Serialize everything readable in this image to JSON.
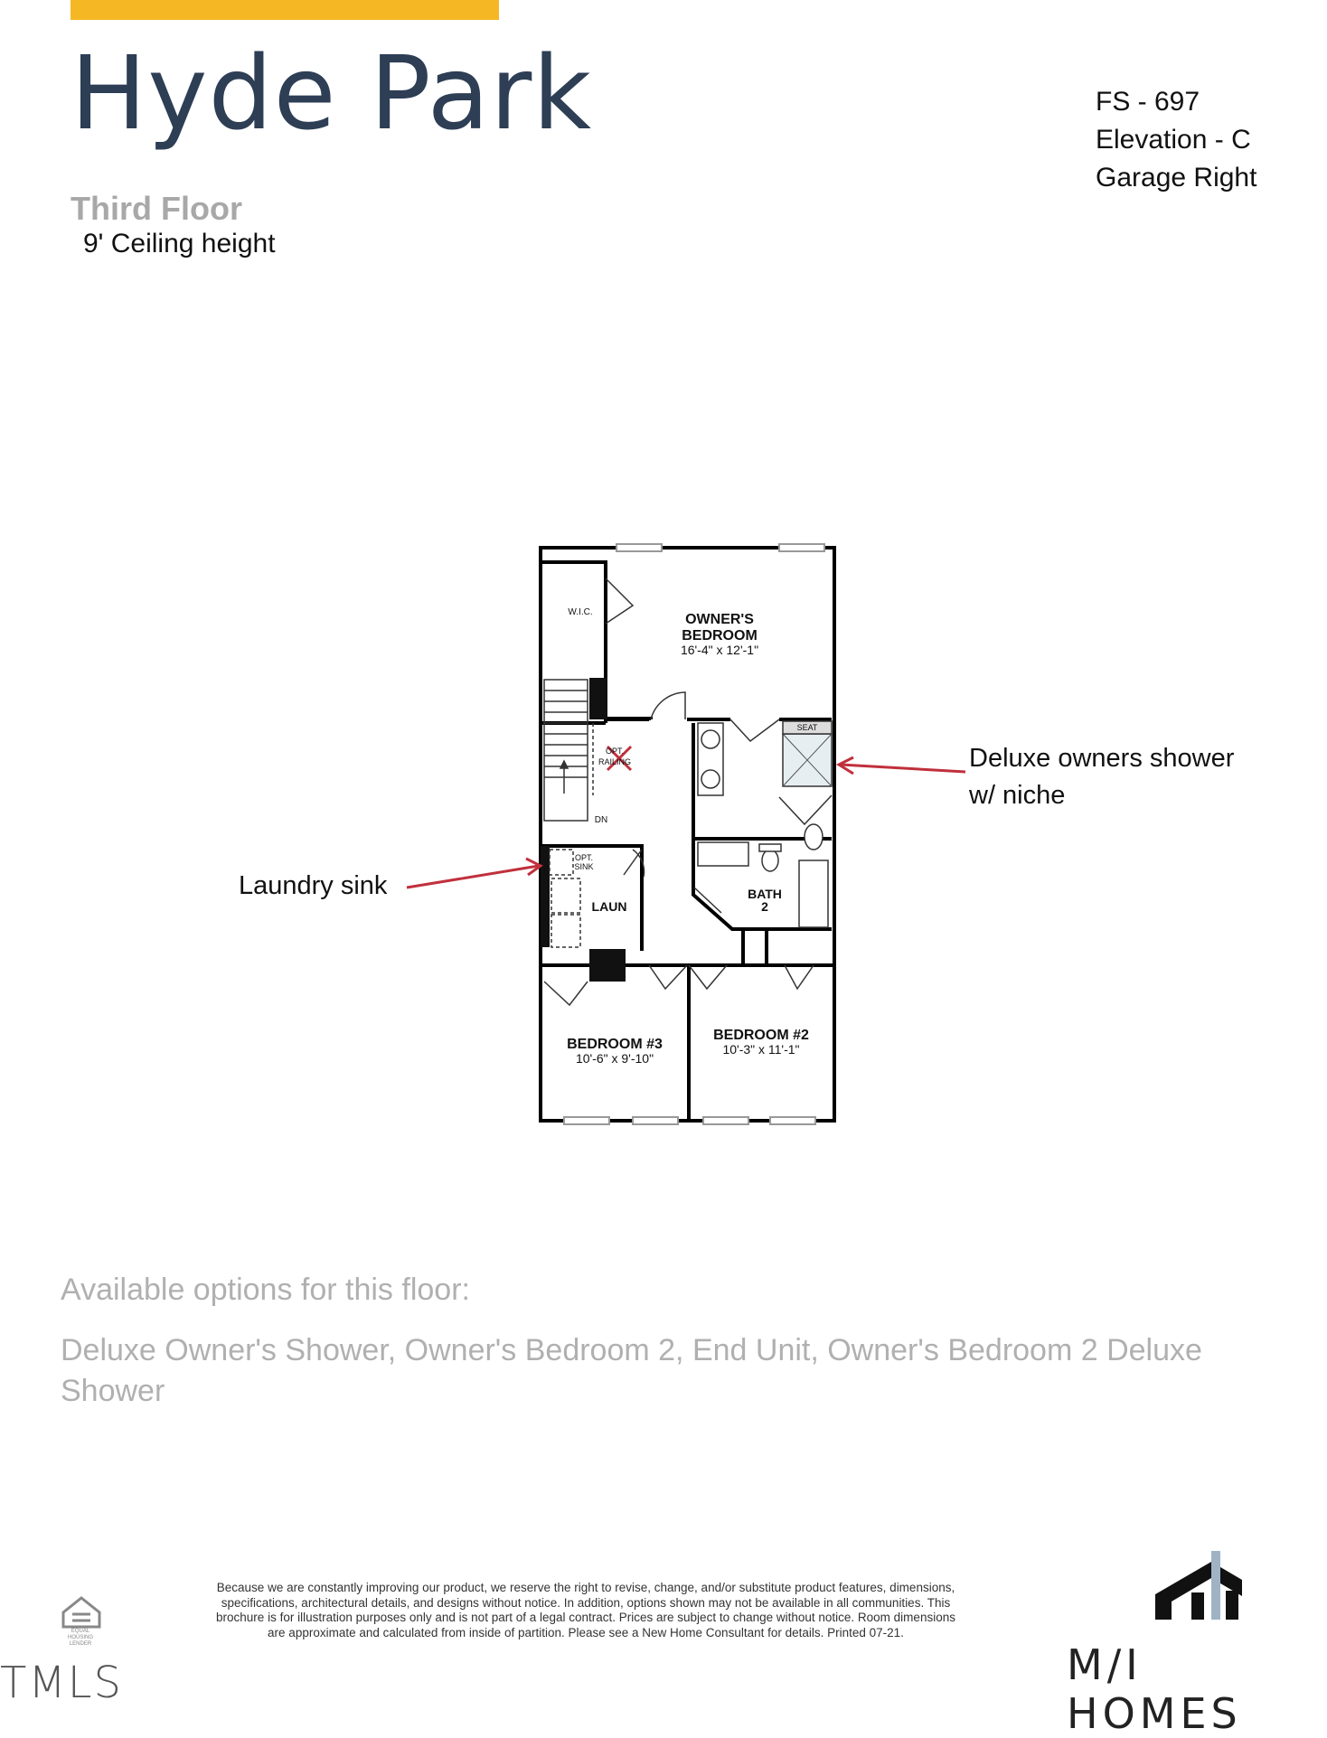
{
  "header": {
    "title": "Hyde Park",
    "floor_name": "Third Floor",
    "ceiling_height": "9' Ceiling height"
  },
  "plan_info": {
    "fs_number": "FS - 697",
    "elevation": "Elevation - C",
    "garage": "Garage Right"
  },
  "rooms": {
    "wic": "W.I.C.",
    "owners_bedroom": "OWNER'S",
    "owners_bedroom_2": "BEDROOM",
    "owners_bedroom_dims": "16'-4\" x 12'-1\"",
    "seat": "SEAT",
    "opt_railing_1": "OPT.",
    "opt_railing_2": "RAILING",
    "stairs_down": "DN",
    "opt_sink_1": "OPT.",
    "opt_sink_2": "SINK",
    "laundry": "LAUN",
    "bath2_1": "BATH",
    "bath2_2": "2",
    "bedroom3": "BEDROOM #3",
    "bedroom3_dims": "10'-6\" x 9'-10\"",
    "bedroom2": "BEDROOM #2",
    "bedroom2_dims": "10'-3\" x 11'-1\""
  },
  "annotations": {
    "shower_1": "Deluxe owners shower",
    "shower_2": "w/ niche",
    "laundry_sink": "Laundry sink",
    "arrow_color": "#c0303c"
  },
  "options": {
    "heading": "Available options for this floor:",
    "list": "Deluxe Owner's Shower, Owner's Bedroom 2, End Unit, Owner's Bedroom 2 Deluxe Shower"
  },
  "footer": {
    "disclaimer": "Because we are constantly improving our product, we reserve the right to revise, change, and/or substitute product features, dimensions, specifications, architectural details, and designs without notice. In addition, options shown may not be available in all communities. This brochure is for illustration purposes only and is not part of a legal contract. Prices are subject to change without notice. Room dimensions are approximate and calculated from inside of partition. Please see a New Home Consultant for details. Printed 07-21.",
    "equal_housing": "EQUAL HOUSING LENDER",
    "brand": "M/I HOMES",
    "watermark": "TMLS"
  },
  "colors": {
    "accent": "#f5b724",
    "title": "#2d3e55",
    "muted": "#b0b0b0"
  }
}
